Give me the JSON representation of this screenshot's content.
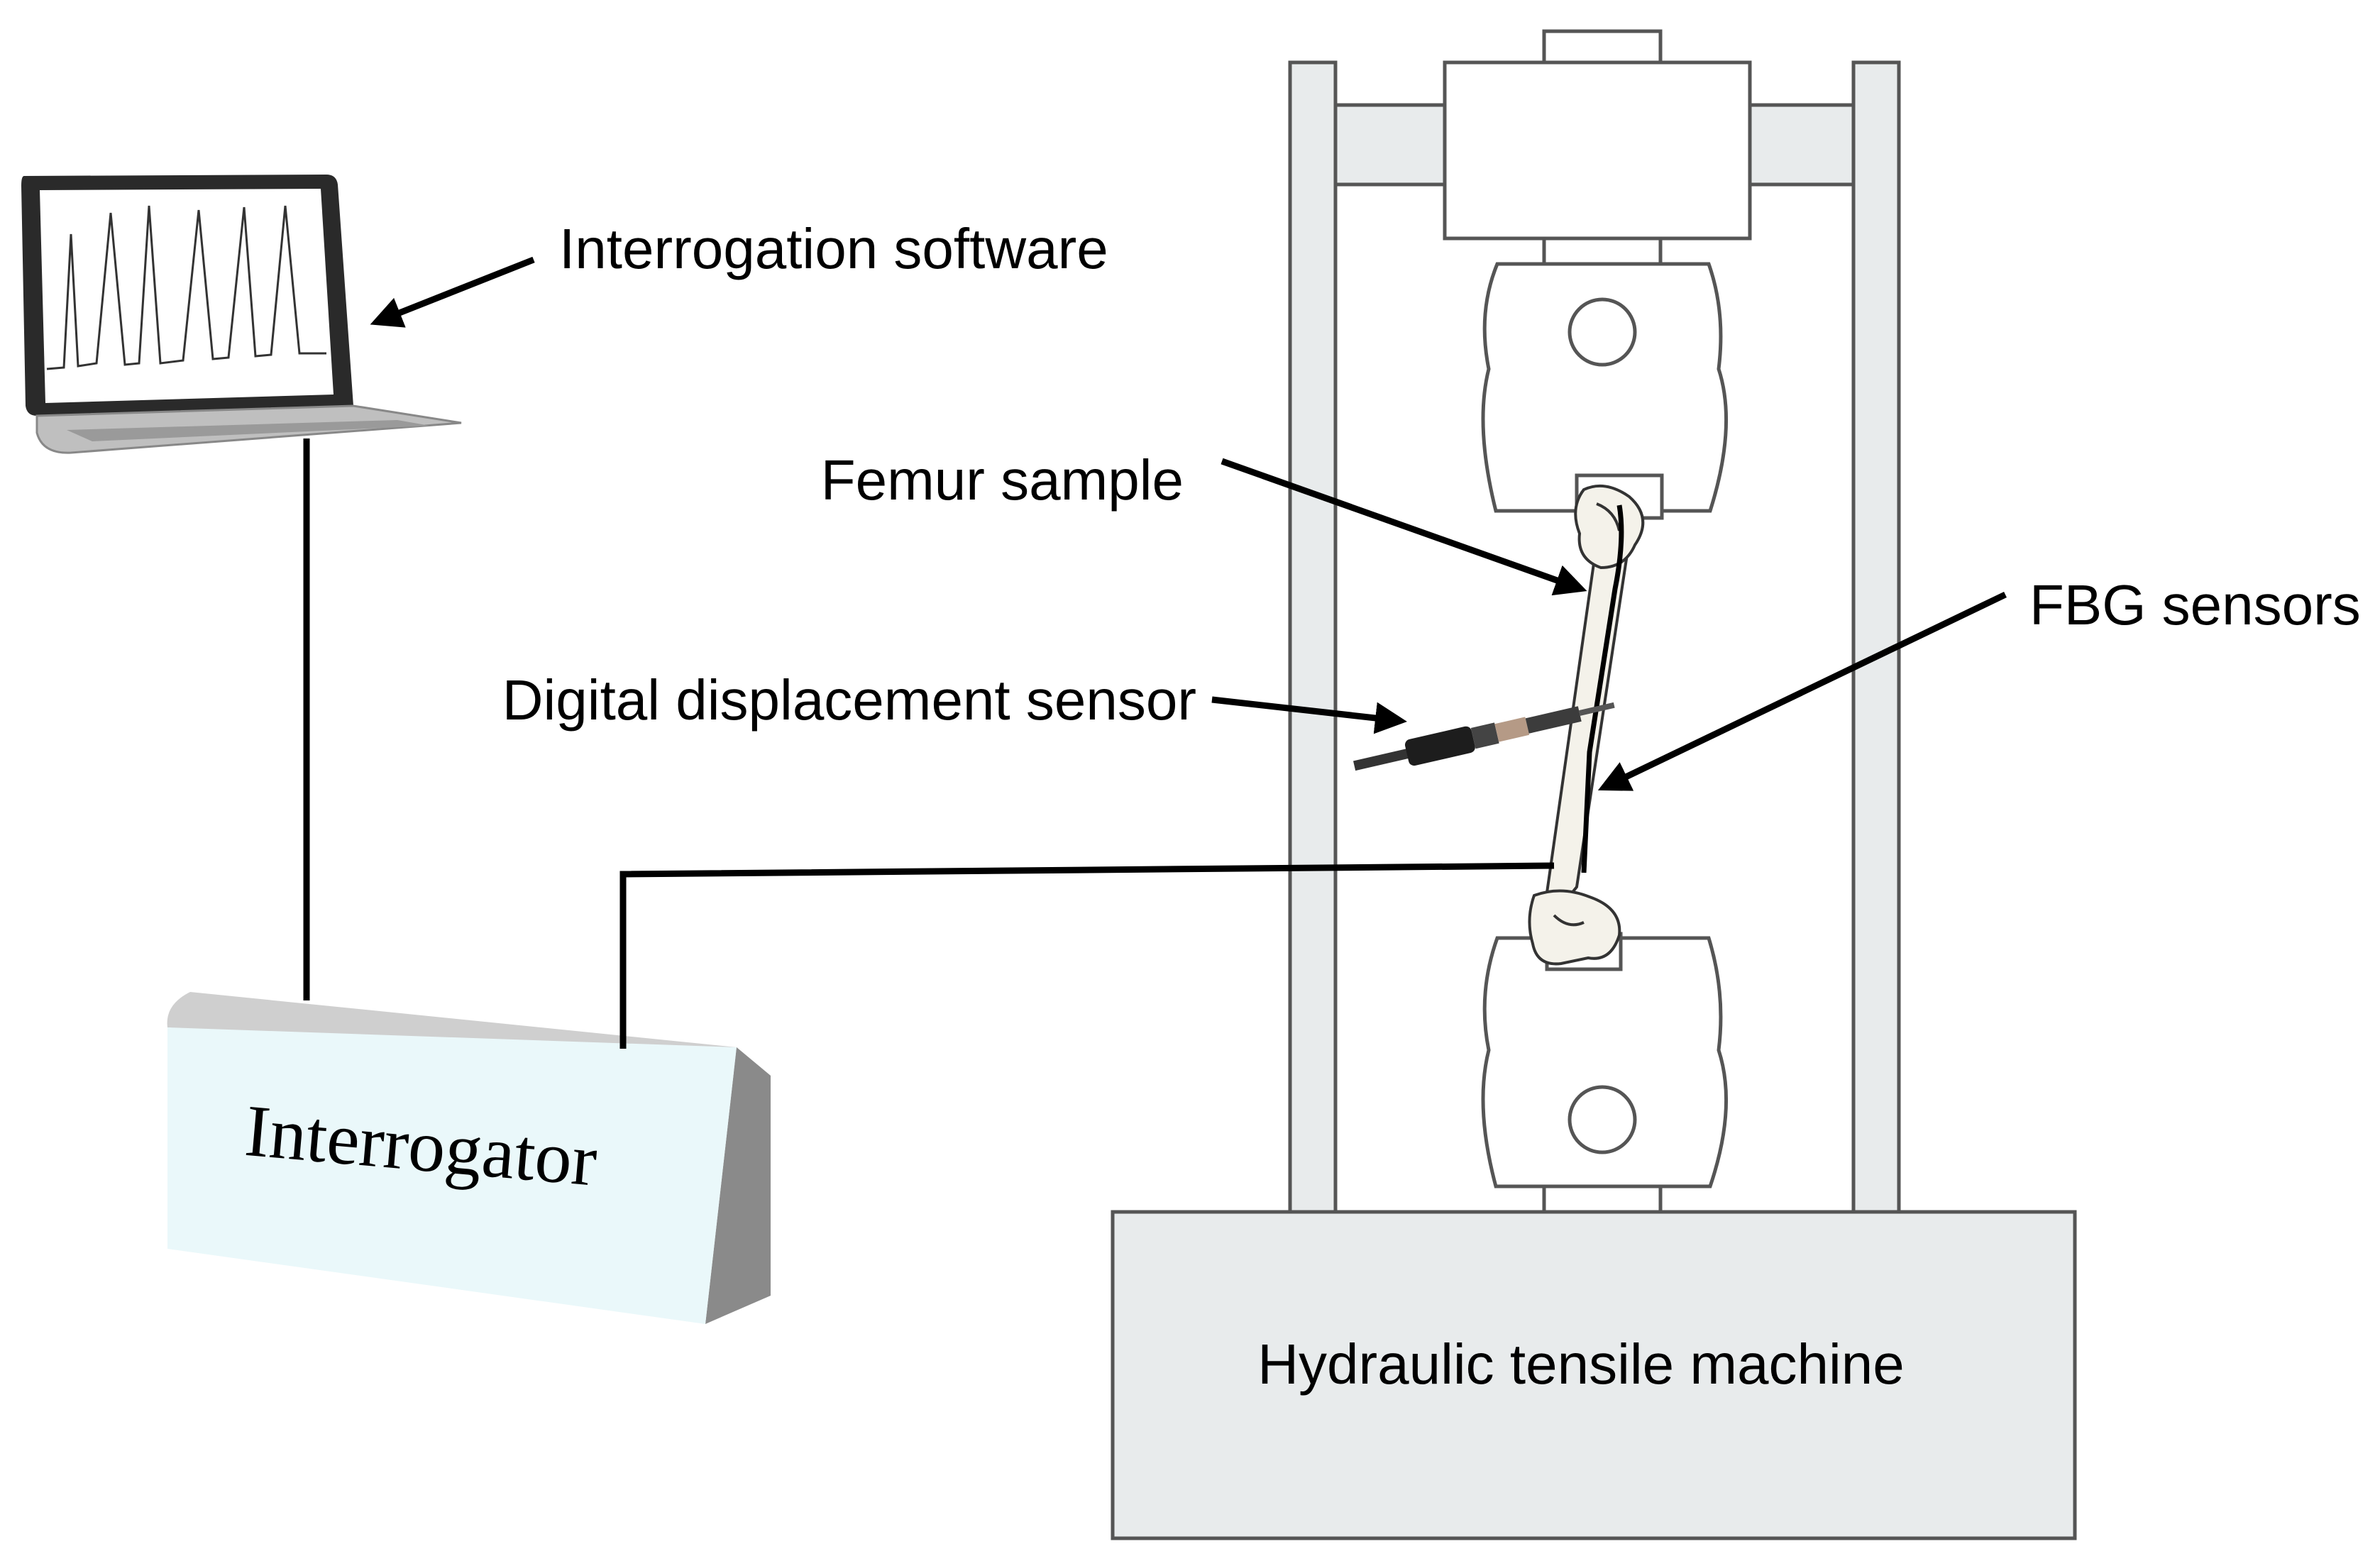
{
  "labels": {
    "interrogation_software": "Interrogation software",
    "femur_sample": "Femur sample",
    "fbg_sensors": "FBG sensors",
    "digital_displacement_sensor": "Digital displacement sensor",
    "interrogator": "Interrogator",
    "hydraulic_tensile_machine": "Hydraulic tensile machine"
  },
  "colors": {
    "frame_fill": "#e8ebec",
    "frame_stroke": "#555555",
    "interrogator_front": "#eaf8fa",
    "interrogator_top": "#cfcfcf",
    "interrogator_side": "#8a8a8a",
    "bone": "#f4f2ea",
    "cable": "#000000"
  },
  "icons": [
    "laptop-icon",
    "femur-bone-icon",
    "displacement-sensor-icon"
  ]
}
